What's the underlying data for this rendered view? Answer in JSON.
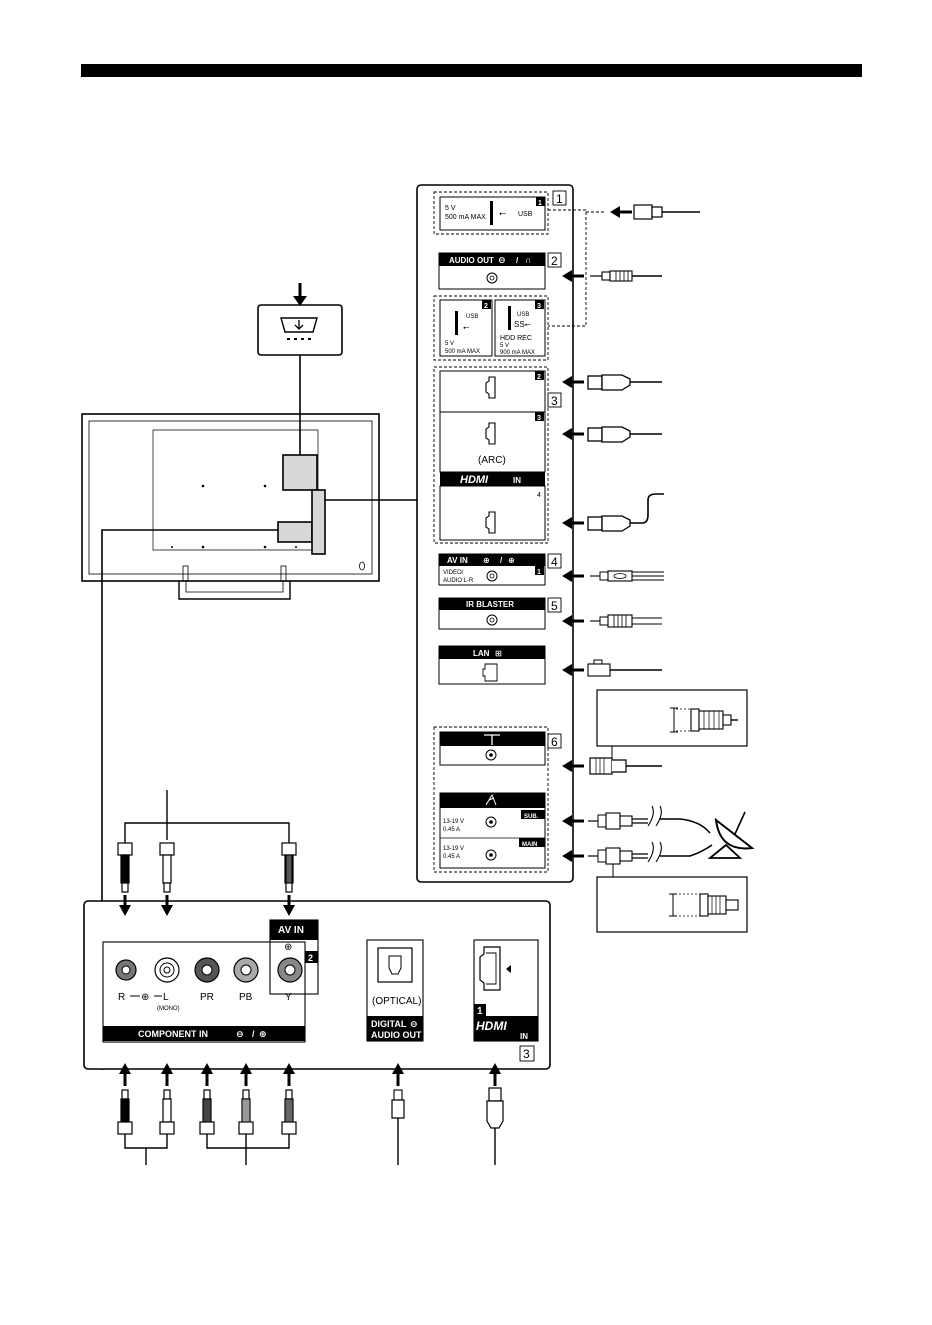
{
  "usb1": {
    "spec_v": "5 V",
    "spec_a": "500 mA MAX",
    "label": "USB",
    "num": "1"
  },
  "audio_out": {
    "label": "AUDIO OUT",
    "sep": "/"
  },
  "usb2": {
    "label": "USB",
    "spec_v": "5 V",
    "spec_a": "500 mA MAX",
    "num": "2"
  },
  "usb3": {
    "label": "USB",
    "rec": "HDD REC",
    "spec_v": "5 V",
    "spec_a": "900 mA MAX",
    "num": "3"
  },
  "hdmi": {
    "arc": "(ARC)",
    "logo": "HDMI",
    "in": "IN",
    "num2": "2",
    "num3": "3",
    "num4": "4",
    "num1": "1"
  },
  "av_in_side": {
    "label": "AV IN",
    "sep": "/",
    "sub1": "VIDEO/",
    "sub2": "AUDIO L-R",
    "num": "1"
  },
  "ir_blaster": {
    "label": "IR BLASTER"
  },
  "lan": {
    "label": "LAN"
  },
  "satellite": {
    "spec1_v": "13-19 V",
    "spec1_a": "0.45 A",
    "sub_label": "SUB.",
    "spec2_v": "13-19 V",
    "spec2_a": "0.45 A",
    "main_label": "MAIN"
  },
  "group_nums": [
    "1",
    "2",
    "3",
    "4",
    "5",
    "6"
  ],
  "bottom": {
    "av_in": "AV IN",
    "av_num": "2",
    "r": "R",
    "l": "L",
    "mono": "(MONO)",
    "pr": "PR",
    "pb": "PB",
    "y": "Y",
    "component_in": "COMPONENT IN",
    "comp_sep": "/",
    "optical": "(OPTICAL)",
    "digital": "DIGITAL",
    "audio_out": "AUDIO OUT",
    "hdmi_logo": "HDMI",
    "hdmi_in": "IN",
    "hdmi_num": "1",
    "group_num": "3"
  }
}
